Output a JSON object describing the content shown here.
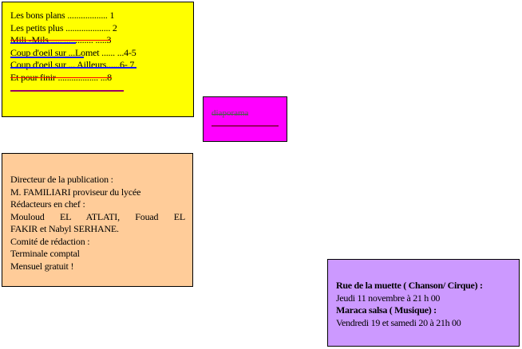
{
  "summary": {
    "lines": [
      "Les bons plans .................. 1",
      "Les petits plus .................... 2",
      "Mili -Mils ..... .............  .....3",
      "Coup d'oeil sur ...Lomet ...... ...4-5",
      "Coup d'oeil sur ... Ailleurs......6- 7",
      "Et pour finir ..................  ...8"
    ],
    "colors": {
      "background": "#ffff00",
      "blue_rule": "#1a1aff",
      "red_strike": "#ff0000",
      "purple_rule": "#990066"
    }
  },
  "magenta": {
    "text": "diaporama",
    "background": "#ff00ff"
  },
  "credits": {
    "lines": [
      "Directeur de la publication :",
      "M. FAMILIARI proviseur du lycée",
      "Rédacteurs en chef :",
      "Mouloud EL ATLATI, Fouad EL",
      "FAKIR et Nabyl SERHANE.",
      "Comité de rédaction :",
      "Terminale comptal",
      "Mensuel gratuit !"
    ],
    "background": "#ffcc99"
  },
  "events": {
    "event1_title": "Rue de la muette ( Chanson/ Cirque) :",
    "event1_date": "Jeudi 11 novembre à 21 h 00",
    "event2_title": "Maraca salsa ( Musique) :",
    "event2_date": "Vendredi 19 et samedi 20 à 21h 00",
    "background": "#cc99ff"
  }
}
